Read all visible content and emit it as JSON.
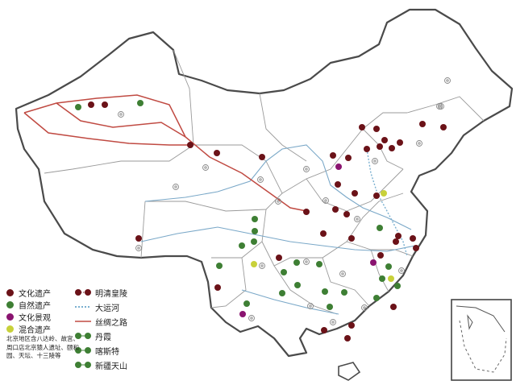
{
  "colors": {
    "cultural": "#6b1218",
    "natural": "#3e7f34",
    "landscape": "#8a1470",
    "mixed": "#c8d13a",
    "river": "#7aa8c8",
    "silk_road": "#c04a42",
    "canal": "#7ab0d0",
    "border": "#555555"
  },
  "legend": {
    "left": [
      {
        "label": "文化遗产",
        "color_key": "cultural"
      },
      {
        "label": "自然遗产",
        "color_key": "natural"
      },
      {
        "label": "文化景观",
        "color_key": "landscape"
      },
      {
        "label": "混合遗产",
        "color_key": "mixed"
      }
    ],
    "right": [
      {
        "label": "明清皇陵",
        "icon": "double-dot-cultural-icon"
      },
      {
        "label": "大运河",
        "icon": "dotted-line-canal-icon"
      },
      {
        "label": "丝绸之路",
        "icon": "red-line-silk-road-icon"
      },
      {
        "label": "丹霞",
        "icon": "linked-dots-natural-icon"
      },
      {
        "label": "喀斯特",
        "icon": "linked-dots-natural-icon"
      },
      {
        "label": "新疆天山",
        "icon": "linked-dots-natural-icon"
      }
    ],
    "note": "北京地区含八达岭、故宫、周口店北京猿人遗址、颐和园、天坛、十三陵等"
  }
}
